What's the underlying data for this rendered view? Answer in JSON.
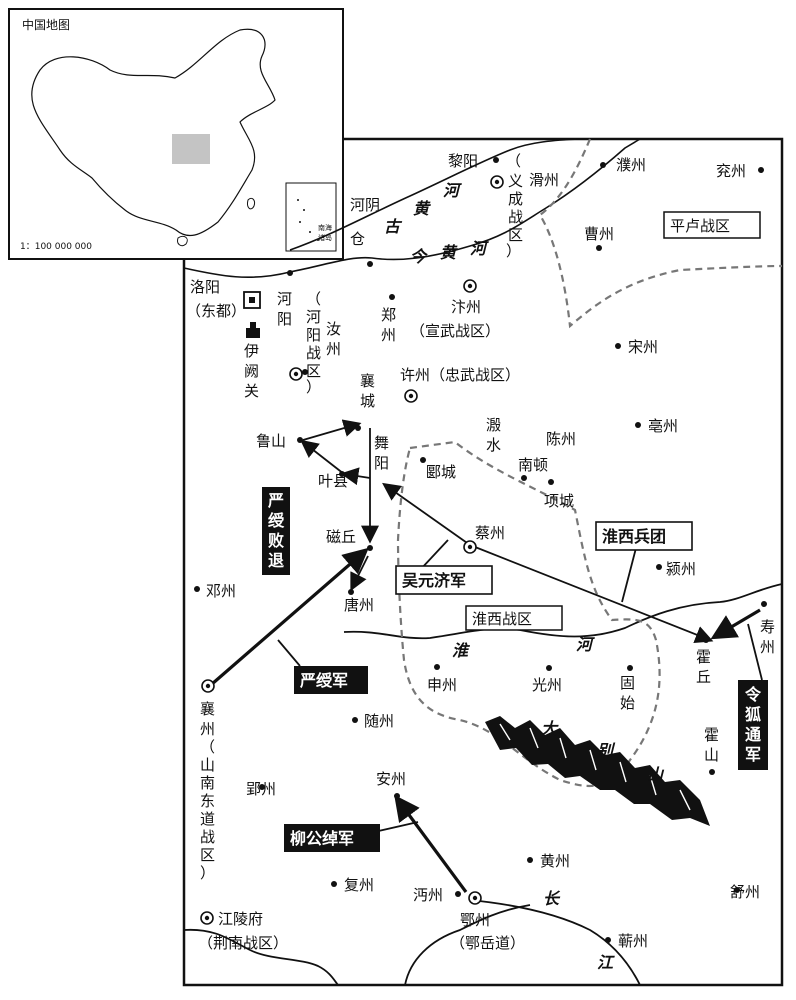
{
  "inset": {
    "title": "中国地图",
    "scale": "1：100 000 000",
    "south_sea_label_1": "南海",
    "south_sea_label_2": "诸岛"
  },
  "cities": {
    "liyang": "黎阳",
    "huazhou": "滑州",
    "puzhou": "濮州",
    "yanzhou": "兖州",
    "heyincang_1": "河阴",
    "heyincang_2": "仓",
    "caozhou": "曹州",
    "luoyang_1": "洛阳",
    "luoyang_2": "（东都）",
    "heyang_1": "河",
    "heyang_2": "阳",
    "zhengzhou_1": "郑",
    "zhengzhou_2": "州",
    "bianzhou_1": "汴州",
    "bianzhou_2": "（宣武战区）",
    "songzhou": "宋州",
    "ruzhou_1": "汝",
    "ruzhou_2": "州",
    "yiquequan_1": "伊",
    "yiquequan_2": "阙",
    "yiquequan_3": "关",
    "xuzhou": "许州（忠武战区）",
    "xiangcheng_1": "襄",
    "xiangcheng_2": "城",
    "lushan": "鲁山",
    "wuyang_1": "舞",
    "wuyang_2": "阳",
    "yanshui_1": "溵",
    "yanshui_2": "水",
    "chenzhou": "陈州",
    "bozhou": "亳州",
    "yexian": "叶县",
    "yancheng": "郾城",
    "nandun": "南顿",
    "xiangcheng2": "项城",
    "caizhou": "蔡州",
    "ciqiu": "磁丘",
    "yingzhou": "颍州",
    "dengzhou": "邓州",
    "tangzhou": "唐州",
    "shouzhou_1": "寿",
    "shouzhou_2": "州",
    "huoqiu_1": "霍",
    "huoqiu_2": "丘",
    "shenzhou": "申州",
    "guangzhou": "光州",
    "gushi_1": "固",
    "gushi_2": "始",
    "suizhou": "随州",
    "huoshan_1": "霍",
    "huoshan_2": "山",
    "anzhou": "安州",
    "yunzhou": "郢州",
    "huangzhou": "黄州",
    "fuzhou": "复州",
    "mianzhou": "沔州",
    "ezhou_1": "鄂州",
    "ezhou_2": "（鄂岳道）",
    "shuzhou": "舒州",
    "qizhou": "蕲州",
    "jiangling_1": "江陵府",
    "jiangling_2": "（荆南战区）"
  },
  "war_zones": {
    "pinglu": "平卢战区",
    "huaixi": "淮西战区",
    "yicheng": [
      "（",
      "义",
      "成",
      "战",
      "区",
      "）"
    ],
    "heyang_zone": [
      "（",
      "河",
      "阳",
      "战",
      "区",
      "）"
    ],
    "shannandong": [
      "（",
      "山",
      "南",
      "东",
      "道",
      "战",
      "区",
      "）"
    ]
  },
  "rivers": {
    "old_yellow": [
      "古",
      "黄",
      "河"
    ],
    "new_yellow": [
      "今",
      "黄",
      "河"
    ],
    "huai": [
      "淮",
      "河"
    ],
    "chang": [
      "长",
      "江"
    ]
  },
  "mountain": [
    "大",
    "别",
    "山"
  ],
  "armies": {
    "wu_yuanji": "吴元济军",
    "huaixi_corps": "淮西兵团",
    "yan_shou": "严绶军",
    "yan_shou_retreat": [
      "严",
      "绶",
      "败",
      "退"
    ],
    "linghu_tong": [
      "令",
      "狐",
      "通",
      "军"
    ],
    "xiangzhou_1": "襄",
    "xiangzhou_2": "州",
    "liu_gongchuo": "柳公绰军"
  }
}
